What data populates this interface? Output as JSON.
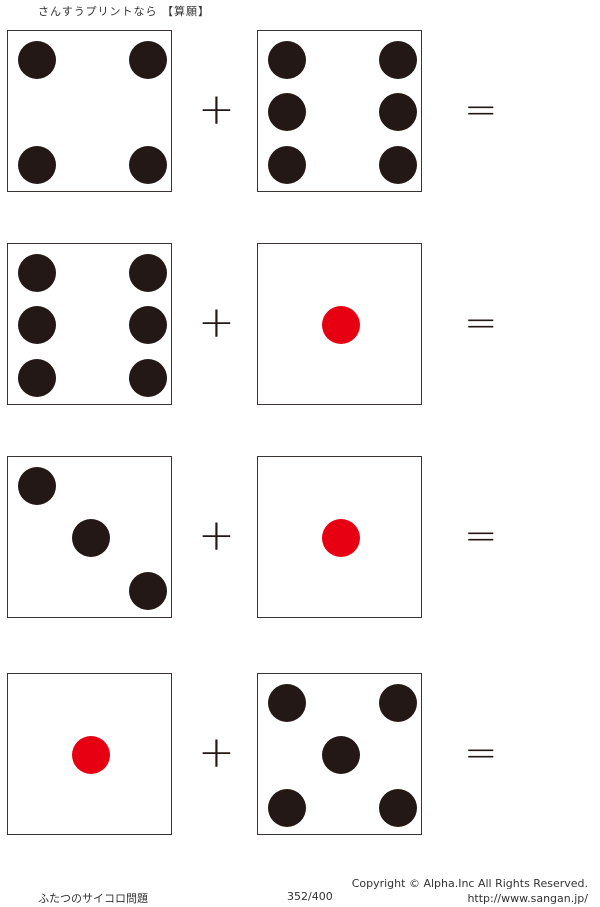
{
  "header": {
    "title": "さんすうプリントなら 【算願】"
  },
  "operators": {
    "plus": "+",
    "equals": "="
  },
  "problems": [
    {
      "left": {
        "value": 4
      },
      "right": {
        "value": 6
      }
    },
    {
      "left": {
        "value": 6
      },
      "right": {
        "value": 1
      }
    },
    {
      "left": {
        "value": 3
      },
      "right": {
        "value": 1
      }
    },
    {
      "left": {
        "value": 1
      },
      "right": {
        "value": 5
      }
    }
  ],
  "colors": {
    "pip": "#231815",
    "one_pip": "#e60012",
    "border": "#3a3433"
  },
  "footer": {
    "title": "ふたつのサイコロ問題",
    "page": "352/400",
    "copyright": "Copyright ©  Alpha.Inc All Rights Reserved.",
    "url": "http://www.sangan.jp/"
  }
}
